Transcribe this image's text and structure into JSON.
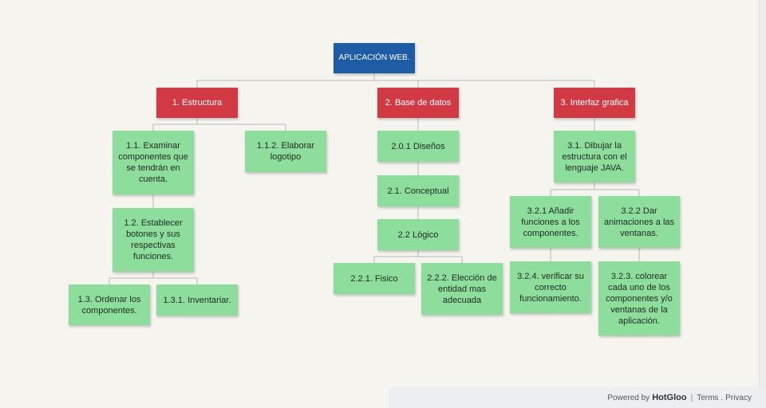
{
  "root": {
    "label": "APLICACIÓN WEB."
  },
  "branches": {
    "estructura": {
      "label": "1. Estructura",
      "examinar": "1.1. Examinar componentes que se tendrán en cuenta.",
      "logotipo": "1.1.2. Elaborar logotipo",
      "botones": "1.2. Establecer botones y sus respectivas funciones.",
      "ordenar": "1.3. Ordenar los componentes.",
      "inventariar": "1.3.1. Inventariar."
    },
    "base_datos": {
      "label": "2. Base de datos",
      "disenos": "2.0.1 Diseños",
      "conceptual": "2.1. Conceptual",
      "logico": "2.2 Lógico",
      "fisico": "2.2.1. Fisico",
      "eleccion": "2.2.2. Elección de entidad mas adecuada"
    },
    "interfaz": {
      "label": "3. Interfaz grafica",
      "dibujar": "3.1. Dibujar la estructura con el lenguaje JAVA.",
      "anadir": "3.2.1 Añadir funciones a los componentes.",
      "animaciones": "3.2.2 Dar animaciones a las ventanas.",
      "verificar": "3.2.4. verificar su correcto funcionamiento.",
      "colorear": "3.2.3. colorear cada uno de los componentes y/o ventanas de la aplicación."
    }
  },
  "footer": {
    "powered_by": "Powered by",
    "brand": "HotGloo",
    "separator": "|",
    "terms": "Terms",
    "dot": ".",
    "privacy": "Privacy"
  },
  "colors": {
    "root": "#1f5ca6",
    "level1": "#d13a43",
    "task": "#8ddd9c",
    "connector": "#b9b9b9",
    "background": "#f6f4ef"
  }
}
